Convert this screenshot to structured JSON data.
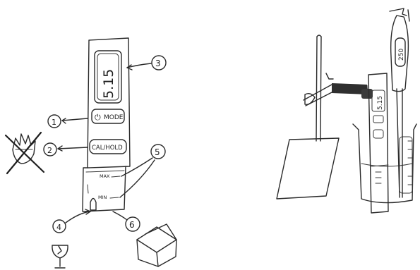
{
  "meter": {
    "display_reading": "5.15",
    "button_mode": "MODE",
    "button_power_glyph": "⏻",
    "button_cal_hold": "CAL/HOLD",
    "mark_max": "MAX",
    "mark_min": "MIN"
  },
  "callouts": [
    "1",
    "2",
    "3",
    "4",
    "5",
    "6"
  ],
  "icons": {
    "no_touch": "crossed-hand-icon",
    "fragile": "fragile-glass-icon",
    "cap": "cap-cube-icon"
  },
  "setup": {
    "meter_reading": "5.15",
    "pipette_volume": "250"
  }
}
